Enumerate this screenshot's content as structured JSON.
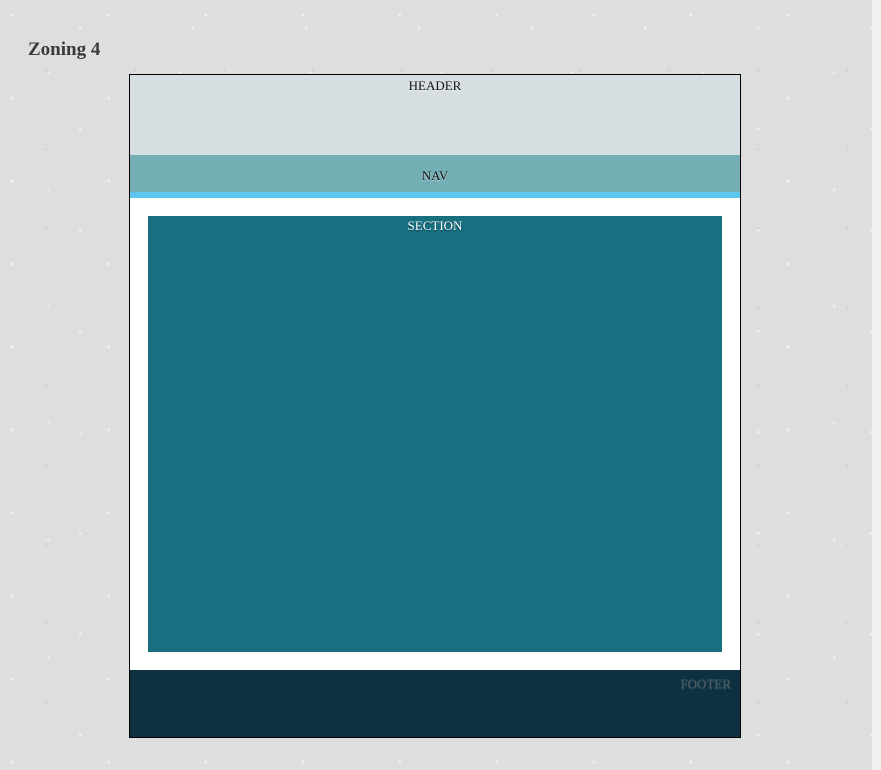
{
  "page": {
    "title": "Zoning 4"
  },
  "zones": {
    "header": {
      "label": "HEADER",
      "color": "#d6dee2"
    },
    "nav": {
      "label": "NAV",
      "color": "#74afb6",
      "accent": "#5cc6ec"
    },
    "section": {
      "label": "SECTION",
      "color": "#186f80"
    },
    "footer": {
      "label": "FOOTER",
      "color": "#0e3142"
    }
  }
}
